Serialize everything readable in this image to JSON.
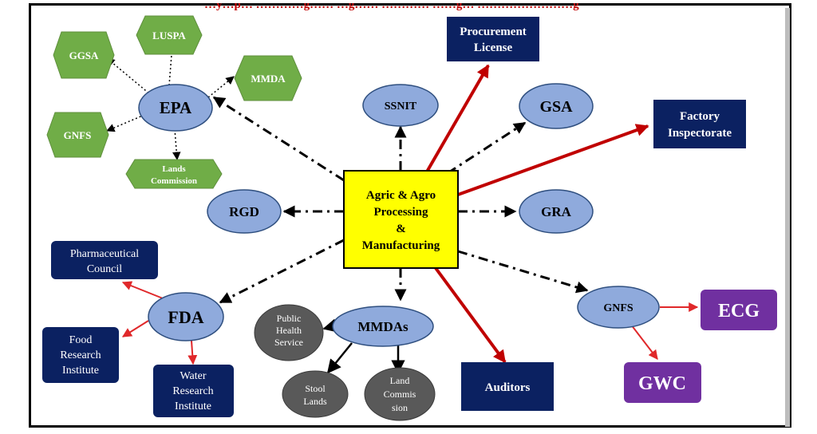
{
  "diagram": {
    "title_fragment": "…y…p… …………g…… …g……  ………… ……g… ……………………g",
    "center": {
      "lines": [
        "Agric & Agro",
        "Processing",
        "&",
        "Manufacturing"
      ]
    },
    "hexagons": {
      "ggsa": "GGSA",
      "luspa": "LUSPA",
      "mmda": "MMDA",
      "gnfs_left": "GNFS",
      "lands_commission": [
        "Lands",
        "Commission"
      ]
    },
    "ellipses": {
      "epa": "EPA",
      "ssnit": "SSNIT",
      "gsa": "GSA",
      "rgd": "RGD",
      "gra": "GRA",
      "fda": "FDA",
      "mmdas": "MMDAs",
      "gnfs_right": "GNFS"
    },
    "grey_circles": {
      "public_health": [
        "Public",
        "Health",
        "Service"
      ],
      "stool_lands": [
        "Stool",
        "Lands"
      ],
      "land_commission": [
        "Land",
        "Commis",
        "sion"
      ]
    },
    "navy_boxes": {
      "procurement": [
        "Procurement",
        "License"
      ],
      "factory": [
        "Factory",
        "Inspectorate"
      ],
      "pharma": [
        "Pharmaceutical",
        "Council"
      ],
      "food": [
        "Food",
        "Research",
        "Institute"
      ],
      "water": [
        "Water",
        "Research",
        "Institute"
      ],
      "auditors": [
        "Auditors"
      ]
    },
    "purple_boxes": {
      "ecg": "ECG",
      "gwc": "GWC"
    },
    "colors": {
      "center_fill": "#ffff00",
      "ellipse_fill": "#8faadc",
      "hex_fill": "#70ad47",
      "navy_fill": "#0b2161",
      "purple_fill": "#7030a0",
      "grey_fill": "#595959",
      "red_arrow": "#c00000",
      "dashdot_arrow": "#000000"
    }
  }
}
